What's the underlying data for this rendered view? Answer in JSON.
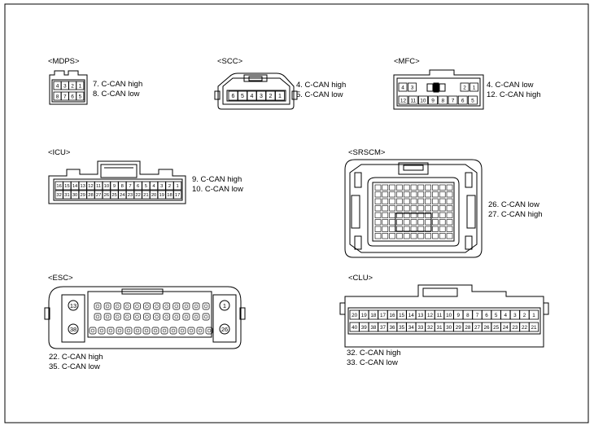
{
  "connectors": {
    "mdps": {
      "title": "<MDPS>",
      "pins_top": [
        "4",
        "3",
        "2",
        "1"
      ],
      "pins_bottom": [
        "8",
        "7",
        "6",
        "5"
      ],
      "notes": [
        "7. C-CAN high",
        "8. C-CAN low"
      ]
    },
    "scc": {
      "title": "<SCC>",
      "pins": [
        "6",
        "5",
        "4",
        "3",
        "2",
        "1"
      ],
      "notes": [
        "4. C-CAN high",
        "5. C-CAN low"
      ]
    },
    "mfc": {
      "title": "<MFC>",
      "pins_top_left": [
        "4",
        "3"
      ],
      "pins_top_right": [
        "2",
        "1"
      ],
      "pins_bottom": [
        "12",
        "11",
        "10",
        "9",
        "8",
        "7",
        "6",
        "5"
      ],
      "notes": [
        "4. C-CAN low",
        "12. C-CAN high"
      ]
    },
    "icu": {
      "title": "<ICU>",
      "pins_top": [
        "16",
        "15",
        "14",
        "13",
        "12",
        "11",
        "10",
        "9",
        "8",
        "7",
        "6",
        "5",
        "4",
        "3",
        "2",
        "1"
      ],
      "pins_bottom": [
        "32",
        "31",
        "30",
        "29",
        "28",
        "27",
        "26",
        "25",
        "24",
        "23",
        "22",
        "21",
        "20",
        "19",
        "18",
        "17"
      ],
      "notes": [
        "9. C-CAN high",
        "10. C-CAN low"
      ]
    },
    "srscm": {
      "title": "<SRSCM>",
      "notes": [
        "26. C-CAN low",
        "27. C-CAN high"
      ]
    },
    "esc": {
      "title": "<ESC>",
      "pin_13": "13",
      "pin_1": "1",
      "pin_38": "38",
      "pin_26": "26",
      "notes": [
        "22. C-CAN high",
        "35. C-CAN low"
      ]
    },
    "clu": {
      "title": "<CLU>",
      "pins_top": [
        "20",
        "19",
        "18",
        "17",
        "16",
        "15",
        "14",
        "13",
        "12",
        "11",
        "10",
        "9",
        "8",
        "7",
        "6",
        "5",
        "4",
        "3",
        "2",
        "1"
      ],
      "pins_bottom": [
        "40",
        "39",
        "38",
        "37",
        "36",
        "35",
        "34",
        "33",
        "32",
        "31",
        "30",
        "29",
        "28",
        "27",
        "26",
        "25",
        "24",
        "23",
        "22",
        "21"
      ],
      "notes": [
        "32. C-CAN high",
        "33. C-CAN low"
      ]
    }
  }
}
